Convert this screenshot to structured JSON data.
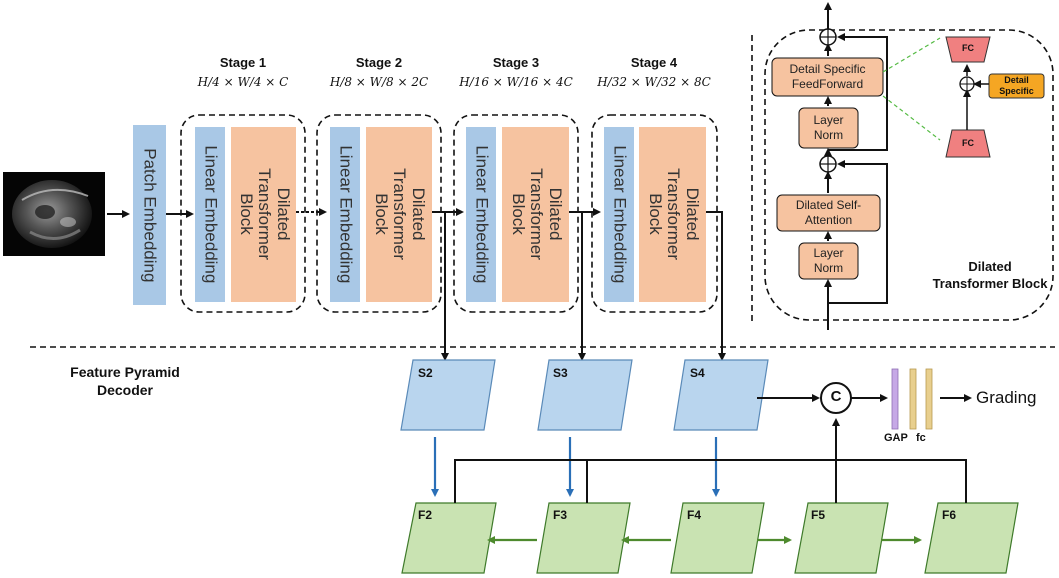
{
  "title": "",
  "colors": {
    "blue_box": "#a9c8e6",
    "orange_box": "#f6c3a0",
    "green_box": "#c9e3b2",
    "para_blue": "#b9d5ee",
    "fc_red": "#f08080",
    "detail_orange": "#f5a623",
    "green_arrow": "#4e8a2e",
    "blue_arrow": "#2a6fb7",
    "green_dash": "#55bb44"
  },
  "encoder": {
    "patch_embedding": "Patch Embedding",
    "stages": [
      {
        "title": "Stage 1",
        "dim": "H/4 × W/4 × C",
        "linear": "Linear Embedding",
        "block": "Dilated Transformer Block"
      },
      {
        "title": "Stage 2",
        "dim": "H/8 × W/8 × 2C",
        "linear": "Linear Embedding",
        "block": "Dilated Transformer Block"
      },
      {
        "title": "Stage 3",
        "dim": "H/16 × W/16 × 4C",
        "linear": "Linear Embedding",
        "block": "Dilated Transformer Block"
      },
      {
        "title": "Stage 4",
        "dim": "H/32 × W/32 × 8C",
        "linear": "Linear Embedding",
        "block": "Dilated Transformer Block"
      }
    ]
  },
  "dtb": {
    "title": "Dilated Transformer Block",
    "detail_ff": "Detail Specific FeedForward",
    "layer_norm_1": "Layer Norm",
    "dilated_attention": "Dilated Self-Attention",
    "layer_norm_2": "Layer Norm",
    "fc_top": "FC",
    "fc_bottom": "FC",
    "detail_specific": "Detail Specific"
  },
  "decoder": {
    "title": "Feature Pyramid Decoder",
    "s_maps": [
      "S2",
      "S3",
      "S4"
    ],
    "f_maps": [
      "F2",
      "F3",
      "F4",
      "F5",
      "F6"
    ],
    "concat": "C",
    "gap": "GAP",
    "fc": "fc",
    "output": "Grading"
  }
}
